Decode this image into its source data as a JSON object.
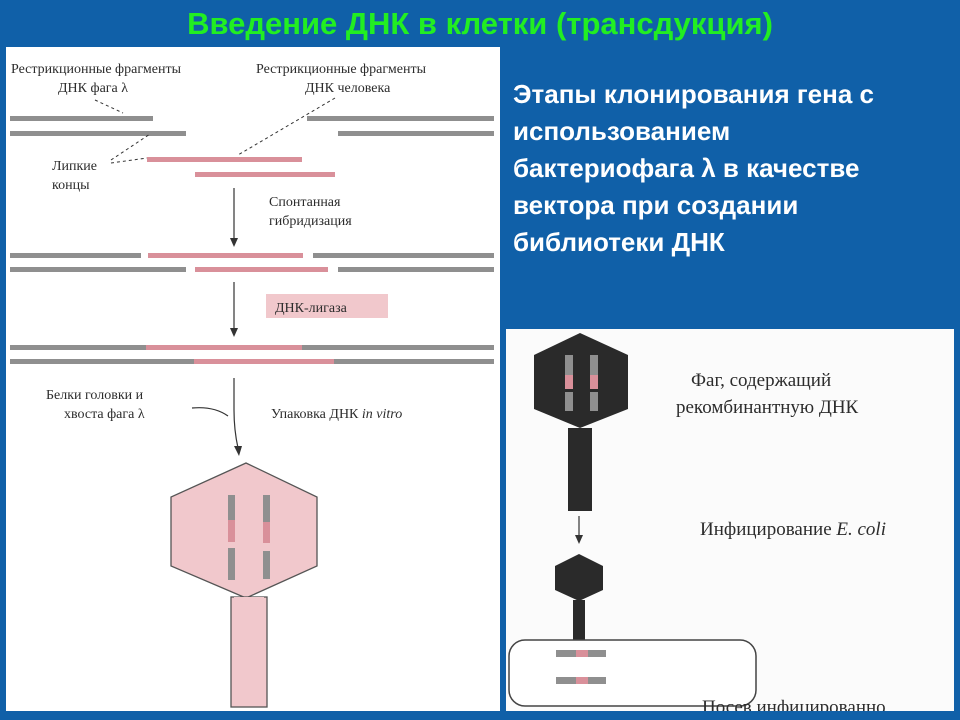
{
  "slide": {
    "title": "Введение ДНК в клетки (трансдукция)",
    "side_text": [
      "Этапы клонирования гена с",
      "использованием",
      "бактериофага λ в качестве",
      "вектора при создании",
      "библиотеки ДНК"
    ]
  },
  "left_figure": {
    "label_phage_fragments": [
      "Рестрикционные фрагменты",
      "ДНК фага λ"
    ],
    "label_human_fragments": [
      "Рестрикционные фрагменты",
      "ДНК человека"
    ],
    "label_sticky_ends": [
      "Липкие",
      "концы"
    ],
    "label_hybridization": [
      "Спонтанная",
      "гибридизация"
    ],
    "label_ligase": "ДНК-лигаза",
    "label_proteins": [
      "Белки головки и",
      "хвоста фага λ"
    ],
    "label_packaging": "Упаковка ДНК ",
    "label_packaging_italic": "in vitro"
  },
  "right_figure": {
    "label_phage_recombinant": [
      "Фаг, содержащий",
      "рекомбинантную ДНК"
    ],
    "label_infection": "Инфицирование ",
    "label_infection_italic": "E. coli",
    "label_plating": "Посев инфицированно"
  },
  "colors": {
    "title": "#22ee22",
    "background": "#1060a8",
    "phage_dna": "#8f8f8f",
    "human_dna": "#d9909a",
    "phage_body_left": "#f1c8cc",
    "phage_body_right": "#2a2a2a"
  }
}
